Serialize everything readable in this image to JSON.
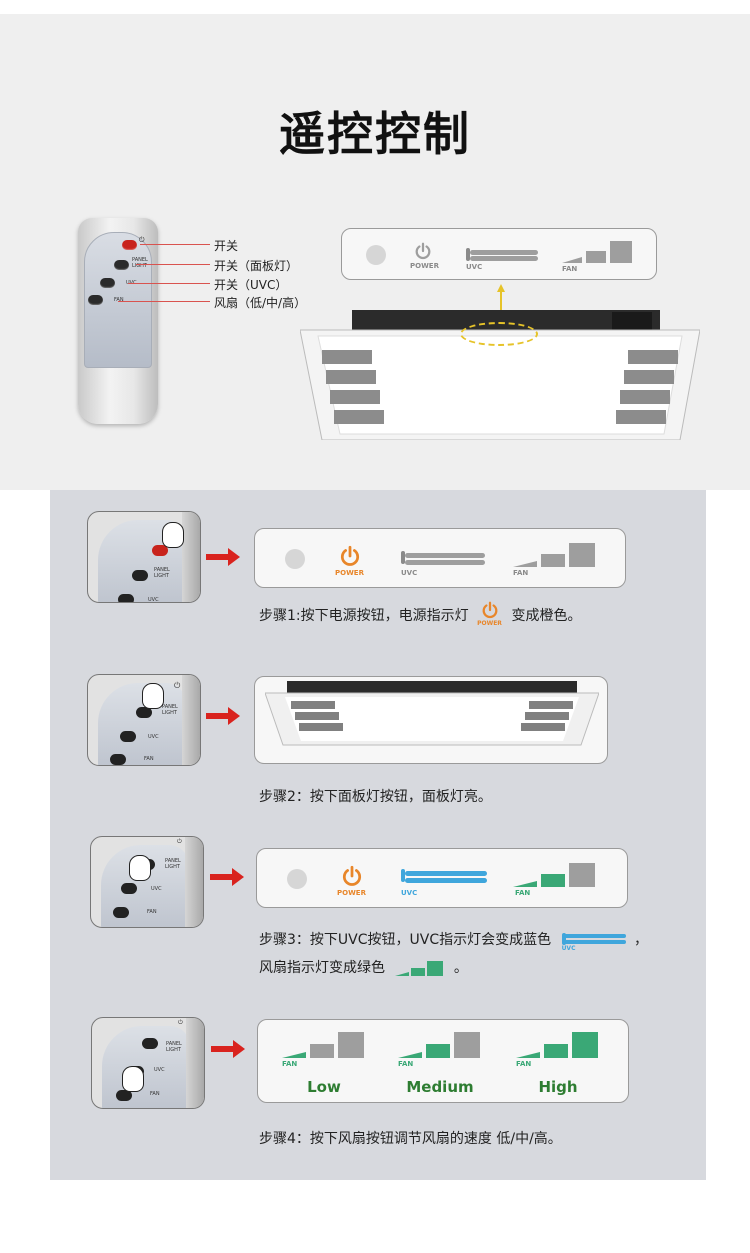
{
  "title": "遥控控制",
  "remote": {
    "power_label": "POWER",
    "panel_light_label_1": "PANEL",
    "panel_light_label_2": "LIGHT",
    "uvc_label": "UVC",
    "fan_label": "FAN"
  },
  "callouts": [
    {
      "text": "开关"
    },
    {
      "text": "开关（面板灯）"
    },
    {
      "text": "开关（UVC）"
    },
    {
      "text": "风扇（低/中/高）"
    }
  ],
  "indicator": {
    "power": "POWER",
    "uvc": "UVC",
    "fan": "FAN"
  },
  "colors": {
    "orange": "#e8862a",
    "blue": "#3fa6dc",
    "green": "#3aa876",
    "gray": "#9e9e9e",
    "red_arrow": "#d9231e",
    "highlight": "#e6c329"
  },
  "steps": [
    {
      "text_a": "步骤1:按下电源按钮，电源指示灯",
      "text_b": "变成橙色。"
    },
    {
      "text_a": "步骤2：按下面板灯按钮，面板灯亮。"
    },
    {
      "text_a": "步骤3：按下UVC按钮，UVC指示灯会变成蓝色",
      "text_b": "，",
      "text_c": "风扇指示灯变成绿色",
      "text_d": "。"
    },
    {
      "text_a": "步骤4：按下风扇按钮调节风扇的速度 低/中/高。"
    }
  ],
  "fan_speeds": [
    {
      "label": "Low",
      "level": 1
    },
    {
      "label": "Medium",
      "level": 2
    },
    {
      "label": "High",
      "level": 3
    }
  ]
}
